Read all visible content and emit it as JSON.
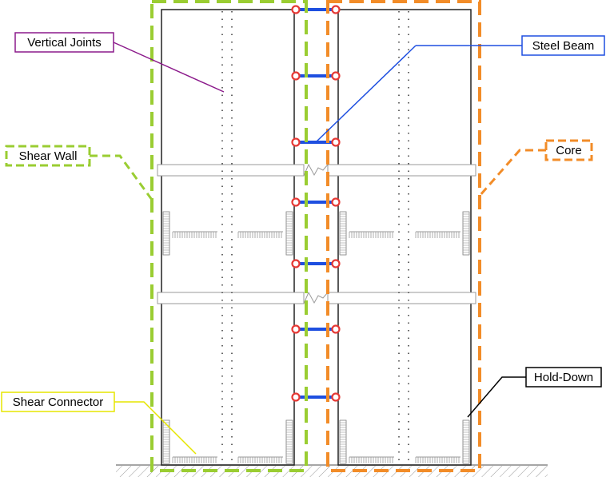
{
  "labels": {
    "vertical_joints": "Vertical Joints",
    "steel_beam": "Steel Beam",
    "shear_wall": "Shear Wall",
    "core": "Core",
    "hold_down": "Hold-Down",
    "shear_connector": "Shear Connector"
  },
  "colors": {
    "shear_wall": "#9ACD32",
    "core": "#F28C28",
    "steel_beam": "#1E4FE0",
    "vertical_joints": "#8B1A8B",
    "hold_down": "#000000",
    "shear_connector": "#E6E600",
    "hinge": "#E53935",
    "wall_line": "#222222"
  },
  "diagram": {
    "steel_beam_count": 7,
    "hinge_style": "red-circle",
    "ground": "hatched"
  }
}
